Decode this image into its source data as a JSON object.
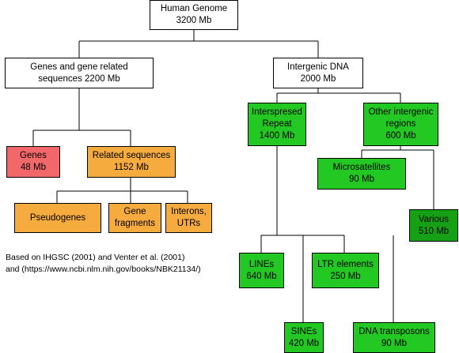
{
  "nodes": {
    "root": {
      "label": "Human Genome\n3200 Mb"
    },
    "genes_related": {
      "label": "Genes and gene related\nsequences 2200 Mb"
    },
    "intergenic": {
      "label": "Intergenic DNA\n2000 Mb"
    },
    "genes": {
      "label": "Genes\n48 Mb"
    },
    "related": {
      "label": "Related sequences\n1152 Mb"
    },
    "pseudogenes": {
      "label": "Pseudogenes"
    },
    "fragments": {
      "label": "Gene\nfragments"
    },
    "interons": {
      "label": "Interons,\nUTRs"
    },
    "interspersed": {
      "label": "Interspresed\nRepeat\n1400 Mb"
    },
    "other": {
      "label": "Other intergenic\nregions\n600 Mb"
    },
    "micro": {
      "label": "Microsatellites\n90 Mb"
    },
    "various": {
      "label": "Various\n510 Mb"
    },
    "lines": {
      "label": "LINEs\n640 Mb"
    },
    "ltr": {
      "label": "LTR elements\n250 Mb"
    },
    "sines": {
      "label": "SINEs\n420 Mb"
    },
    "dna": {
      "label": "DNA transposons\n90 Mb"
    }
  },
  "note": {
    "text": "Based on IHGSC (2001) and Venter et al. (2001)\nand (https://www.ncbi.nlm.nih.gov/books/NBK21134/)"
  },
  "colors": {
    "white": "#ffffff",
    "red": "#f2686a",
    "orange": "#f5ab3e",
    "green": "#23c823",
    "dark_green": "#15a015"
  }
}
